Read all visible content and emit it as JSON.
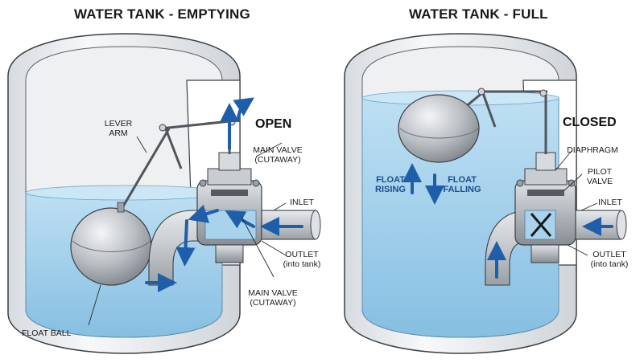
{
  "left_panel": {
    "title": "WATER TANK - EMPTYING",
    "state": "OPEN",
    "labels": {
      "lever_arm": "LEVER\nARM",
      "main_valve_top": "MAIN VALVE\n(CUTAWAY)",
      "inlet": "INLET",
      "outlet": "OUTLET\n(into tank)",
      "main_valve_bottom": "MAIN VALVE\n(CUTAWAY)",
      "float_ball": "FLOAT BALL"
    }
  },
  "right_panel": {
    "title": "WATER TANK - FULL",
    "state": "CLOSED",
    "labels": {
      "diaphragm": "DIAPHRAGM",
      "pilot_valve": "PILOT\nVALVE",
      "inlet": "INLET",
      "outlet": "OUTLET\n(into tank)",
      "float_rising": "FLOAT\nRISING",
      "float_falling": "FLOAT\nFALLING"
    }
  },
  "colors": {
    "water": "#a9d3ec",
    "water_dark": "#7fb8dd",
    "tank_wall": "#e6e9ec",
    "metal": "#b7bcc1",
    "arrow": "#1f5ea8"
  }
}
